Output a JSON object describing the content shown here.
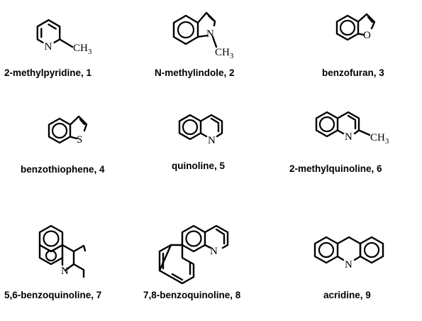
{
  "compounds": [
    {
      "name": "2-methylpyridine",
      "number": "1",
      "atoms": [
        "N",
        "CH3"
      ]
    },
    {
      "name": "N-methylindole",
      "number": "2",
      "atoms": [
        "N",
        "CH3"
      ]
    },
    {
      "name": "benzofuran",
      "number": "3",
      "atoms": [
        "O"
      ]
    },
    {
      "name": "benzothiophene",
      "number": "4",
      "atoms": [
        "S"
      ]
    },
    {
      "name": "quinoline",
      "number": "5",
      "atoms": [
        "N"
      ]
    },
    {
      "name": "2-methylquinoline",
      "number": "6",
      "atoms": [
        "N",
        "CH3"
      ]
    },
    {
      "name": "5,6-benzoquinoline",
      "number": "7",
      "atoms": [
        "N"
      ]
    },
    {
      "name": "7,8-benzoquinoline",
      "number": "8",
      "atoms": [
        "N"
      ]
    },
    {
      "name": "acridine",
      "number": "9",
      "atoms": [
        "N"
      ]
    }
  ]
}
